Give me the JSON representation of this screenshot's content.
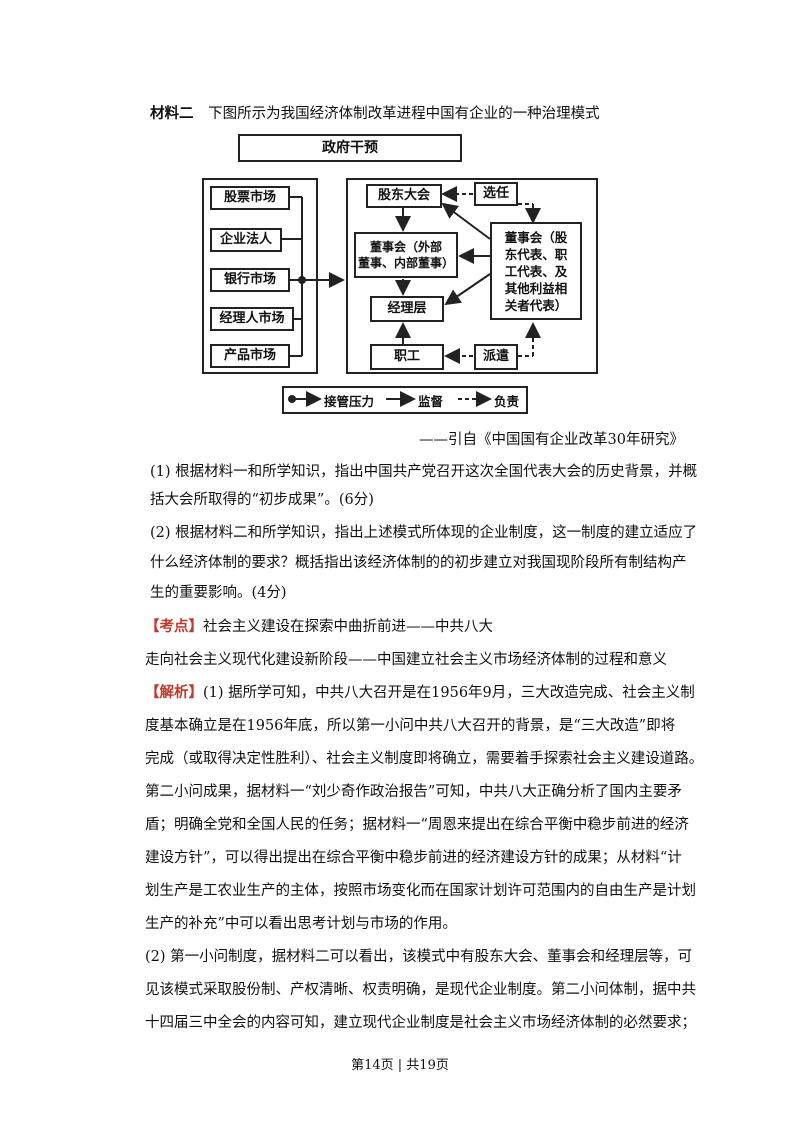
{
  "material2": {
    "label": "材料二",
    "text": "下图所示为我国经济体制改革进程中国有企业的一种治理模式"
  },
  "diagram": {
    "top": "政府干预",
    "markets": [
      "股票市场",
      "企业法人",
      "银行市场",
      "经理人市场",
      "产品市场"
    ],
    "shareholders": "股东大会",
    "elect": "选任",
    "board": "董事会（外部董事、内部董事）",
    "board_line1": "董事会（外部",
    "board_line2": "董事、内部董事）",
    "supervisory_lines": [
      "董事会（股",
      "东代表、职",
      "工代表、及",
      "其他利益相",
      "关者代表）"
    ],
    "manager": "经理层",
    "worker": "职工",
    "dispatch": "派遣",
    "legend": {
      "takeover": "接管压力",
      "supervise": "监督",
      "responsible": "负责"
    }
  },
  "citation": "——引自《中国国有企业改革30年研究》",
  "questions": {
    "q1_line1": "(1) 根据材料一和所学知识，指出中国共产党召开这次全国代表大会的历史背景，并概",
    "q1_line2": "括大会所取得的“初步成果”。(6分)",
    "q2_line1": "(2) 根据材料二和所学知识，指出上述模式所体现的企业制度，这一制度的建立适应了",
    "q2_line2": "什么经济体制的要求？概括指出该经济体制的的初步建立对我国现阶段所有制结构产",
    "q2_line3": "生的重要影响。(4分)"
  },
  "kaodian": {
    "tag": "【考点】",
    "line1": "社会主义建设在探索中曲折前进——中共八大",
    "line2": "走向社会主义现代化建设新阶段——中国建立社会主义市场经济体制的过程和意义"
  },
  "jiexi": {
    "tag": "【解析】",
    "lines": [
      "(1) 据所学可知，中共八大召开是在1956年9月，三大改造完成、社会主义制",
      "度基本确立是在1956年底，所以第一小问中共八大召开的背景，是“三大改造”即将",
      "完成（或取得决定性胜利）、社会主义制度即将确立，需要着手探索社会主义建设道路。",
      "第二小问成果，据材料一“刘少奇作政治报告”可知，中共八大正确分析了国内主要矛",
      "盾；明确全党和全国人民的任务；据材料一“周恩来提出在综合平衡中稳步前进的经济",
      "建设方针”，可以得出提出在综合平衡中稳步前进的经济建设方针的成果；从材料“计",
      "划生产是工农业生产的主体，按照市场变化而在国家计划许可范围内的自由生产是计划",
      "生产的补充”中可以看出思考计划与市场的作用。"
    ],
    "part2_lines": [
      "(2) 第一小问制度，据材料二可以看出，该模式中有股东大会、董事会和经理层等，可",
      "见该模式采取股份制、产权清晰、权责明确，是现代企业制度。第二小问体制，据中共",
      "十四届三中全会的内容可知，建立现代企业制度是社会主义市场经济体制的必然要求；"
    ]
  },
  "footer": "第14页 | 共19页"
}
